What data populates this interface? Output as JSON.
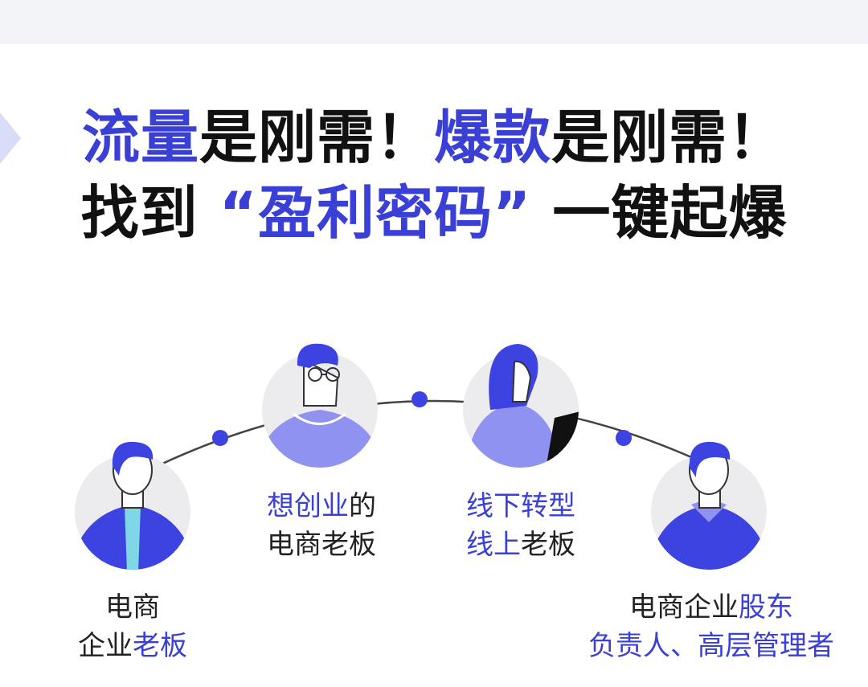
{
  "headline": {
    "line1": [
      {
        "text": "流量",
        "accent": true
      },
      {
        "text": "是刚需！",
        "accent": false
      },
      {
        "text": "爆款",
        "accent": true
      },
      {
        "text": "是刚需！",
        "accent": false
      }
    ],
    "line2": [
      {
        "text": "找到 ",
        "accent": false
      },
      {
        "text": "“盈利密码”",
        "accent": true
      },
      {
        "text": " 一键起爆",
        "accent": false
      }
    ]
  },
  "personas": [
    {
      "icon": "businessman-tie-avatar-icon",
      "line1": [
        {
          "t": "电商",
          "a": false
        }
      ],
      "line2": [
        {
          "t": "企业",
          "a": false
        },
        {
          "t": "老板",
          "a": true
        }
      ]
    },
    {
      "icon": "man-glasses-avatar-icon",
      "line1": [
        {
          "t": "想创业",
          "a": true
        },
        {
          "t": "的",
          "a": false
        }
      ],
      "line2": [
        {
          "t": "电商老板",
          "a": false
        }
      ]
    },
    {
      "icon": "woman-laptop-avatar-icon",
      "line1": [
        {
          "t": "线下转型",
          "a": true
        }
      ],
      "line2": [
        {
          "t": "线上",
          "a": true
        },
        {
          "t": "老板",
          "a": false
        }
      ]
    },
    {
      "icon": "manager-avatar-icon",
      "line1": [
        {
          "t": "电商企业",
          "a": false
        },
        {
          "t": "股东",
          "a": true
        }
      ],
      "line2": [
        {
          "t": "负责人、高层管理者",
          "a": true
        }
      ]
    }
  ],
  "colors": {
    "accent": "#3a3fd6",
    "figure_blue": "#3d43e0",
    "figure_light": "#8f92f0",
    "circle_bg": "#ececef",
    "tie": "#7fd6e6"
  }
}
